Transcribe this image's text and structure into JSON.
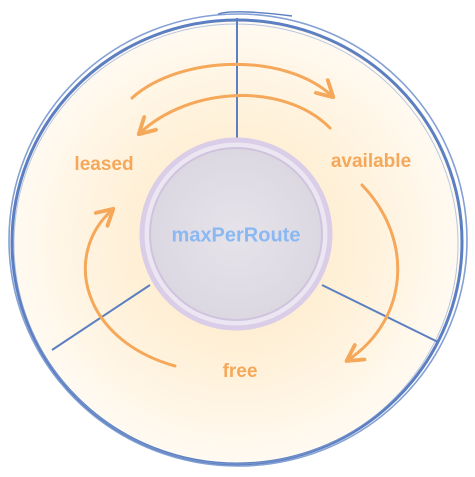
{
  "diagram": {
    "center_label": "maxPerRoute",
    "segments": {
      "leased": "leased",
      "available": "available",
      "free": "free"
    },
    "flows": [
      {
        "from": "leased",
        "to": "available"
      },
      {
        "from": "available",
        "to": "leased"
      },
      {
        "from": "available",
        "to": "free"
      },
      {
        "from": "free",
        "to": "leased"
      }
    ]
  },
  "colors": {
    "outline": "#5b7fc0",
    "arrow": "#f5a85a",
    "label": "#f5a85a",
    "center_label": "#8ab8f2",
    "fill_outer": "#fff6e5",
    "fill_inner": "#fff0d6",
    "center_fill": "#e2e0e6",
    "center_ring": "#d9cde8"
  }
}
